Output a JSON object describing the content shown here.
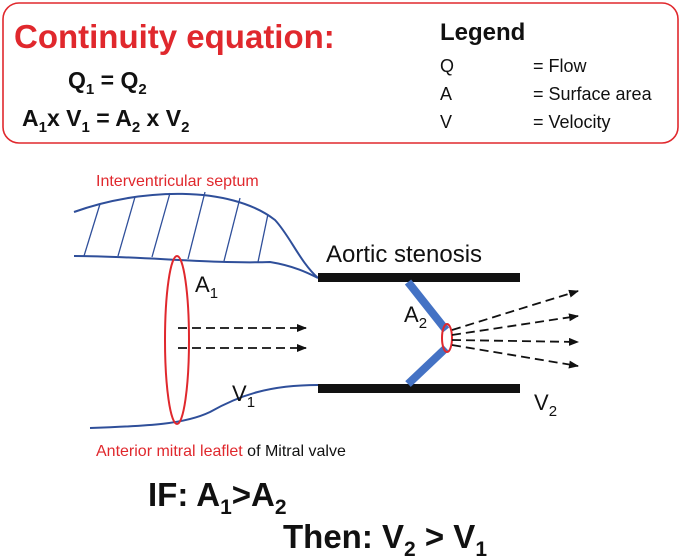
{
  "header_box": {
    "title": "Continuity equation:",
    "eq1": {
      "a": "Q",
      "a_sub": "1",
      "mid": " = Q",
      "b_sub": "2"
    },
    "eq2": {
      "a": "A",
      "a_sub": "1",
      "mid1": "x V",
      "mid1_sub": "1",
      "mid2": " = A",
      "mid2_sub": "2",
      "mid3": " x V",
      "mid3_sub": "2"
    }
  },
  "legend": {
    "title": "Legend",
    "items": [
      {
        "symbol": "Q",
        "meaning": "= Flow"
      },
      {
        "symbol": "A",
        "meaning": "= Surface area"
      },
      {
        "symbol": "V",
        "meaning": "= Velocity"
      }
    ]
  },
  "diagram": {
    "septum_label": "Interventricular septum",
    "stenosis_label": "Aortic stenosis",
    "a1": {
      "main": "A",
      "sub": "1"
    },
    "v1": {
      "main": "V",
      "sub": "1"
    },
    "a2": {
      "main": "A",
      "sub": "2"
    },
    "v2": {
      "main": "V",
      "sub": "2"
    },
    "leaflet_red": "Anterior mitral leaflet",
    "leaflet_black": " of Mitral valve"
  },
  "conclusion": {
    "if_line": {
      "prefix": "IF: A",
      "sub1": "1",
      "mid": ">A",
      "sub2": "2"
    },
    "then_line": {
      "prefix": "Then: V",
      "sub1": "2",
      "mid": " > V",
      "sub2": "1"
    }
  },
  "colors": {
    "accent_red": "#e0282d",
    "valve_blue": "#4472c4",
    "septum_blue": "#2f4f9a",
    "box_border": "#e0282d"
  }
}
